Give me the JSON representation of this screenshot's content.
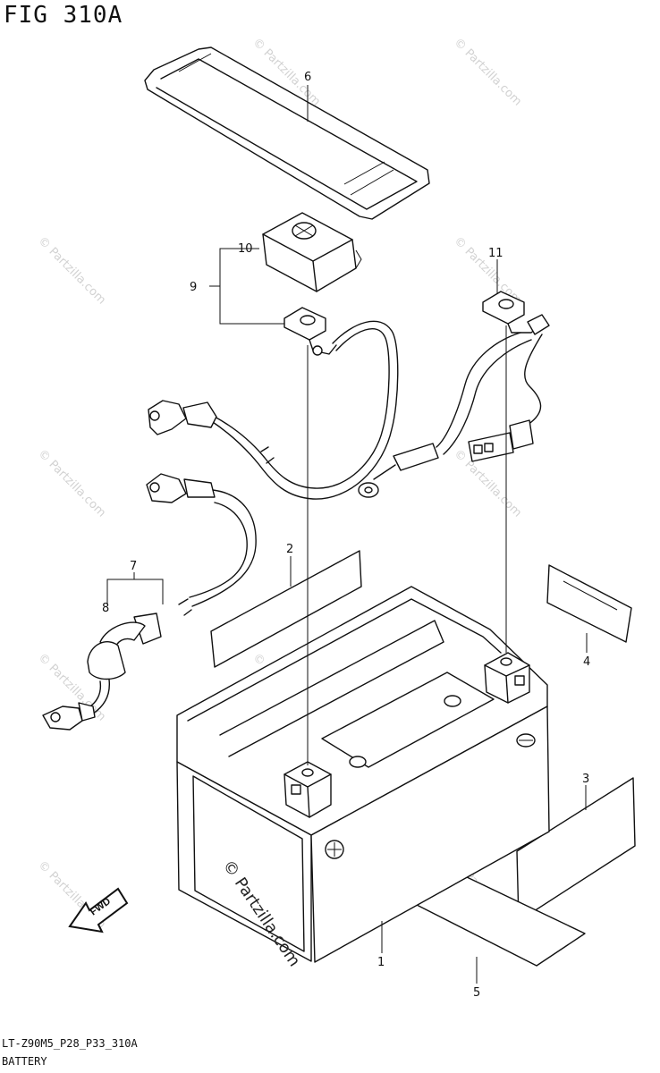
{
  "figure": {
    "title": "FIG 310A",
    "code": "LT-Z90M5_P28_P33_310A",
    "name": "BATTERY"
  },
  "watermark": {
    "small": "© Partzilla.com",
    "large": "© Partzilla.com"
  },
  "direction_label": "FWD",
  "callouts": {
    "c1": "1",
    "c2": "2",
    "c3": "3",
    "c4": "4",
    "c5": "5",
    "c6": "6",
    "c7": "7",
    "c8": "8",
    "c9": "9",
    "c10": "10",
    "c11": "11"
  }
}
